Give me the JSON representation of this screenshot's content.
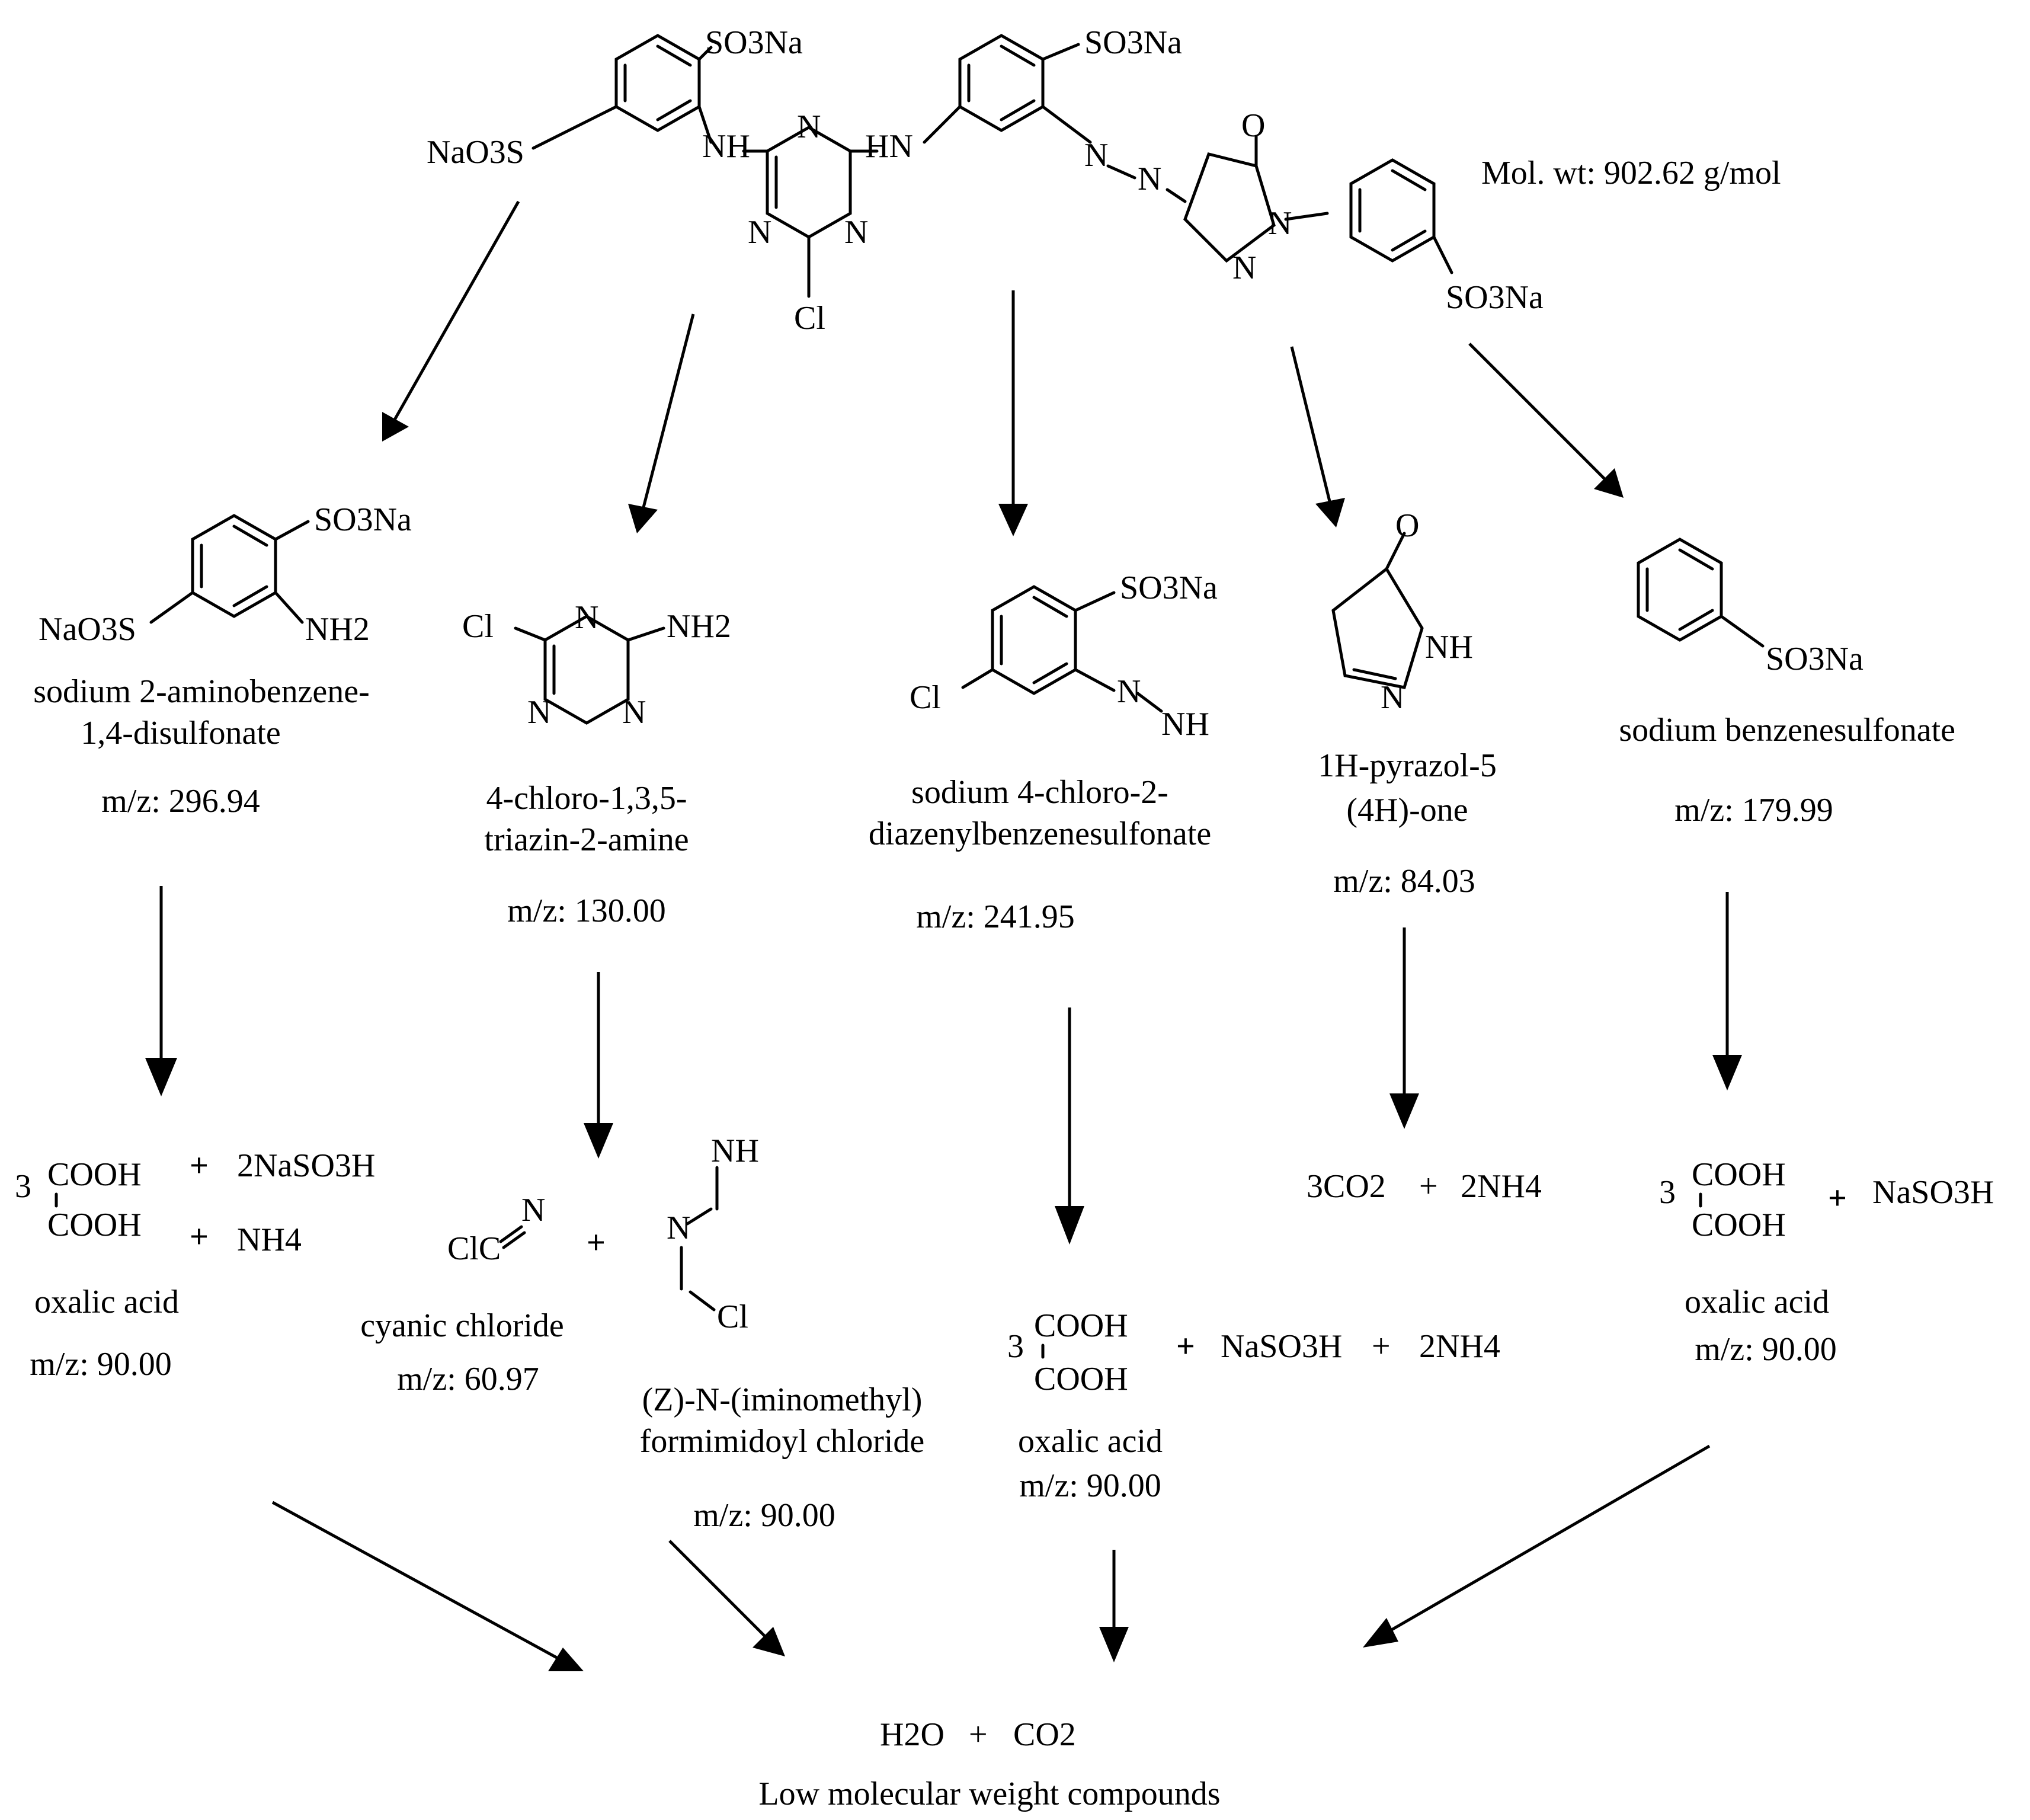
{
  "parent": {
    "mol_weight": "Mol. wt: 902.62 g/mol",
    "atoms": {
      "naso3s_left": "NaO3S",
      "so3na_ring1": "SO3Na",
      "nh_left": "NH",
      "triazine_n1": "N",
      "triazine_n2": "N",
      "triazine_n3": "N",
      "triazine_cl": "Cl",
      "hn_right": "HN",
      "so3na_ring2": "SO3Na",
      "azo_n1": "N",
      "azo_n2": "N",
      "pyrazolone_o": "O",
      "pyrazolone_n1": "N",
      "pyrazolone_n2": "N",
      "so3na_ring3": "SO3Na"
    }
  },
  "products": [
    {
      "name_line1": "sodium 2-aminobenzene-",
      "name_line2": "1,4-disulfonate",
      "mz": "m/z: 296.94",
      "atoms": {
        "so3na": "SO3Na",
        "naso3s": "NaO3S",
        "nh2": "NH2"
      }
    },
    {
      "name_line1": "4-chloro-1,3,5-",
      "name_line2": "triazin-2-amine",
      "mz": "m/z: 130.00",
      "atoms": {
        "cl": "Cl",
        "nh2": "NH2",
        "n1": "N",
        "n2": "N",
        "n3": "N"
      }
    },
    {
      "name_line1": "sodium 4-chloro-2-",
      "name_line2": "diazenylbenzenesulfonate",
      "mz": "m/z: 241.95",
      "atoms": {
        "so3na": "SO3Na",
        "cl": "Cl",
        "n": "N",
        "nh": "NH"
      }
    },
    {
      "name_line1": "1H-pyrazol-5",
      "name_line2": "(4H)-one",
      "mz": "m/z: 84.03",
      "atoms": {
        "o": "O",
        "nh": "NH",
        "n": "N"
      }
    },
    {
      "name_line1": "sodium benzenesulfonate",
      "mz": "m/z: 179.99",
      "atoms": {
        "so3na": "SO3Na"
      }
    }
  ],
  "third_row": {
    "col1": {
      "coefficient": "3",
      "cooh_top": "COOH",
      "cooh_bottom": "COOH",
      "plus1": "+",
      "reagent1": "2NaSO3H",
      "plus2": "+",
      "reagent2": "NH4",
      "name": "oxalic acid",
      "mz": "m/z: 90.00"
    },
    "col2": {
      "cyanic_formula_cl": "ClC",
      "cyanic_formula_n": "N",
      "cyanic_name": "cyanic chloride",
      "cyanic_mz": "m/z: 60.97",
      "plus": "+",
      "imino_nh": "NH",
      "imino_n": "N",
      "imino_cl": "Cl",
      "imino_name_line1": "(Z)-N-(iminomethyl)",
      "imino_name_line2": "formimidoyl chloride",
      "imino_mz": "m/z: 90.00"
    },
    "col3": {
      "coefficient": "3",
      "cooh_top": "COOH",
      "cooh_bottom": "COOH",
      "plus1": "+",
      "reagent1": "NaSO3H",
      "plus2": "+",
      "reagent2": "2NH4",
      "name": "oxalic acid",
      "mz": "m/z: 90.00"
    },
    "col4": {
      "reagent1": "3CO2",
      "plus": "+",
      "reagent2": "2NH4"
    },
    "col5": {
      "coefficient": "3",
      "cooh_top": "COOH",
      "cooh_bottom": "COOH",
      "plus": "+",
      "reagent": "NaSO3H",
      "name": "oxalic acid",
      "mz": "m/z: 90.00"
    }
  },
  "final": {
    "h2o": "H2O",
    "plus": "+",
    "co2": "CO2",
    "caption": "Low molecular weight compounds"
  }
}
